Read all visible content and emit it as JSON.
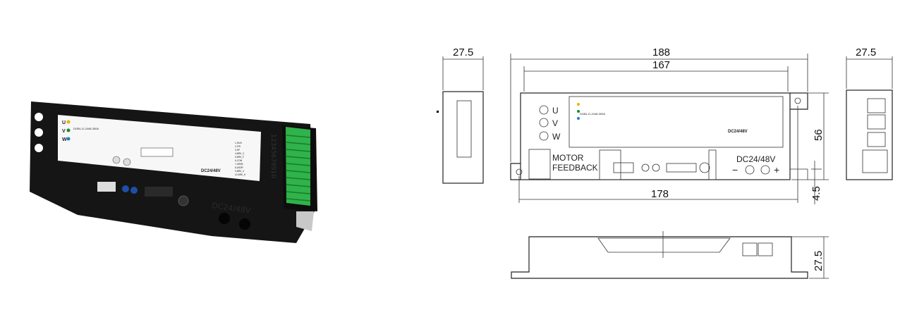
{
  "product": {
    "model": "DGBL-D-2448-300A",
    "phases": [
      "U",
      "V",
      "W"
    ],
    "phase_colors": [
      "#e8b400",
      "#1a8a2a",
      "#1e7fc8"
    ],
    "motor_feedback_label": [
      "MOTOR",
      "FEEDBACK"
    ],
    "power_label": "DC24/48V",
    "terminal_pins": [
      "1-RUN",
      "2-F/R",
      "3-SP",
      "4-BRK_C",
      "5-BRK_F",
      "6-COM",
      "7-ARSB",
      "8-ASDR",
      "9-BRK_V",
      "10-BRK_H"
    ],
    "terminal_numbers": "12345678910",
    "terminal_color": "#2fb34a"
  },
  "dimensions": {
    "side_width_left": "27.5",
    "overall_length": "188",
    "inner_length": "167",
    "hole_spacing": "178",
    "height": "56",
    "tab_offset": "4.5",
    "side_width_right": "27.5",
    "depth": "27.5"
  },
  "front_view": {
    "phases": [
      "U",
      "V",
      "W"
    ],
    "motor_feedback": [
      "MOTOR",
      "FEEDBACK"
    ],
    "power_label": "DC24/48V",
    "minus": "−",
    "plus": "+"
  }
}
